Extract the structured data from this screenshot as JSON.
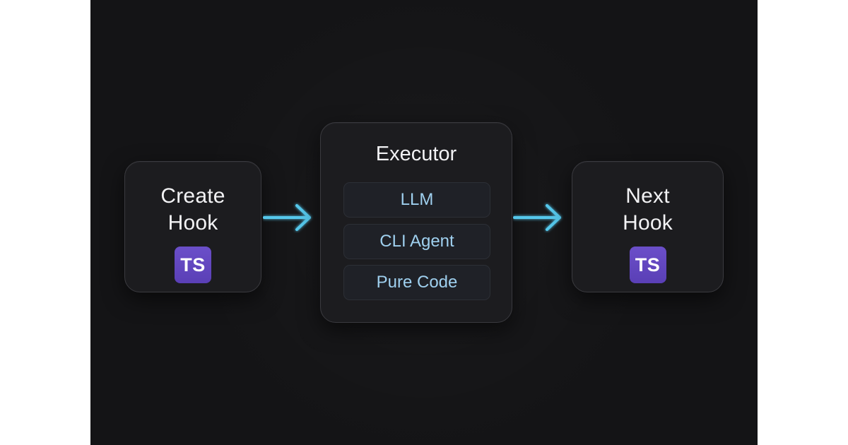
{
  "diagram": {
    "nodes": {
      "create_hook": {
        "line1": "Create",
        "line2": "Hook",
        "badge": "TS"
      },
      "executor": {
        "title": "Executor",
        "options": [
          "LLM",
          "CLI Agent",
          "Pure Code"
        ]
      },
      "next_hook": {
        "line1": "Next",
        "line2": "Hook",
        "badge": "TS"
      }
    },
    "edges": [
      {
        "from": "create_hook",
        "to": "executor"
      },
      {
        "from": "executor",
        "to": "next_hook"
      }
    ],
    "colors": {
      "background": "#141416",
      "card": "#1c1c1f",
      "arrow": "#56c8ec",
      "badge": "#5f44bf",
      "option_text": "#9fd0ef"
    },
    "icons": {
      "badge_icon": "typescript-icon",
      "arrow_icon": "arrow-right-icon"
    }
  }
}
